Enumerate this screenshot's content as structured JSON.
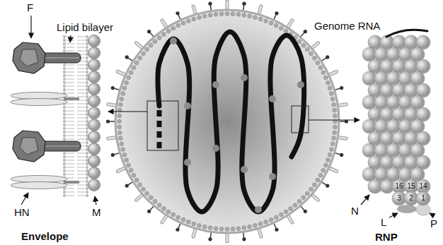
{
  "diagram": {
    "labels": [
      "F",
      "Lipid bilayer",
      "Genome RNA",
      "16",
      "15",
      "14",
      "3",
      "2",
      "1",
      "N",
      "L",
      "P",
      "HN",
      "M",
      "Envelope",
      "RNP"
    ]
  }
}
